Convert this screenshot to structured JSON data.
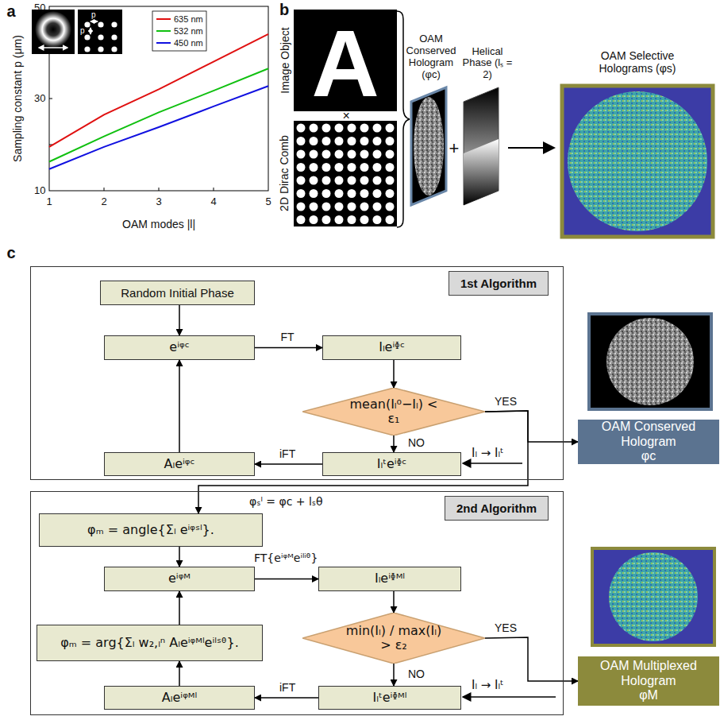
{
  "diagram": {
    "nodes": [
      {
        "text": [
          "1st Algorithm"
        ]
      },
      {
        "text": [
          "Random Initial Phase"
        ],
        "in": 0
      },
      {
        "text": [
          "eⁱᵠᶜ"
        ],
        "in": 0
      },
      {
        "text": [
          "Iₗeⁱᶲᶜ"
        ],
        "in": 0
      },
      {
        "text": [
          "mean(Iₗ⁰−Iₗ) < ε₁"
        ],
        "in": 0
      },
      {
        "text": [
          "Iₗᵗeⁱᶲᶜ"
        ],
        "in": 0
      },
      {
        "text": [
          "Aₗeⁱᵠᶜ"
        ],
        "in": 0
      },
      {
        "text": [
          "OAM Conserved Hologram",
          "φc"
        ]
      },
      {
        "text": [
          "2nd Algorithm"
        ]
      },
      {
        "text": [
          "φₘ = angle{Σₗ eⁱᵠˢˡ}."
        ],
        "in": 8
      },
      {
        "text": [
          "eⁱᵠᴹ"
        ],
        "in": 8
      },
      {
        "text": [
          "Iₗeⁱᶲᴹˡ"
        ],
        "in": 8
      },
      {
        "text": [
          "min(Iₗ) / max(Iₗ) > ε₂"
        ],
        "in": 8
      },
      {
        "text": [
          "Iₗᵗeⁱᶲᴹˡ"
        ],
        "in": 8
      },
      {
        "text": [
          "Aₗeⁱᵠᴹˡ"
        ],
        "in": 8
      },
      {
        "text": [
          "φₘ = arg{Σₗ w₂,ₗⁿ Aₗeⁱᵠᴹˡeⁱˡˢᶿ}."
        ],
        "in": 8
      },
      {
        "text": [
          "OAM Multiplexed Hologram",
          "φM"
        ]
      }
    ],
    "edges": [
      {
        "from": 1,
        "to": 2,
        "arrow": "to"
      },
      {
        "from": 2,
        "to": 3,
        "arrow": "to",
        "label": "FT"
      },
      {
        "from": 3,
        "to": 4,
        "arrow": "to"
      },
      {
        "from": 4,
        "to": 5,
        "arrow": "to",
        "label": "NO"
      },
      {
        "from": 5,
        "to": 6,
        "arrow": "to",
        "label": "iFT"
      },
      {
        "from": 6,
        "to": 2,
        "arrow": "to"
      },
      {
        "from": 4,
        "to": 7,
        "arrow": "to",
        "label": "YES"
      },
      {
        "from": 4,
        "to": 9,
        "arrow": "to",
        "label": "φₛˡ = φc + lₛθ"
      },
      {
        "from": 9,
        "to": 10,
        "arrow": "to"
      },
      {
        "from": 10,
        "to": 11,
        "arrow": "to",
        "label": "FT{eⁱᵠᴹeⁱˡⁱᶿ}"
      },
      {
        "from": 11,
        "to": 12,
        "arrow": "to"
      },
      {
        "from": 12,
        "to": 13,
        "arrow": "to",
        "label": "NO"
      },
      {
        "from": 13,
        "to": 14,
        "arrow": "to",
        "label": "iFT"
      },
      {
        "from": 14,
        "to": 15,
        "arrow": "to"
      },
      {
        "from": 15,
        "to": 10,
        "arrow": "to"
      },
      {
        "from": 12,
        "to": 16,
        "arrow": "to",
        "label": "YES"
      }
    ],
    "labels": [
      "a",
      "50",
      "30",
      "10",
      "1",
      "2",
      "3",
      "4",
      "5",
      "Sampling constant p (μm)",
      "OAM modes |l|",
      "p",
      "p",
      "b",
      "Image Object",
      "A",
      "2D Dirac Comb",
      "×",
      "OAM Conserved Hologram (φc)",
      "+",
      "Helical Phase (lₛ = 2)",
      "OAM Selective Holograms (φs)",
      "c",
      "Iₗ → Iₗᵗ",
      "Iₗ → Iₗᵗ"
    ],
    "legend": [
      {
        "text": "635 nm"
      },
      {
        "text": "532 nm"
      },
      {
        "text": "450 nm"
      }
    ]
  }
}
